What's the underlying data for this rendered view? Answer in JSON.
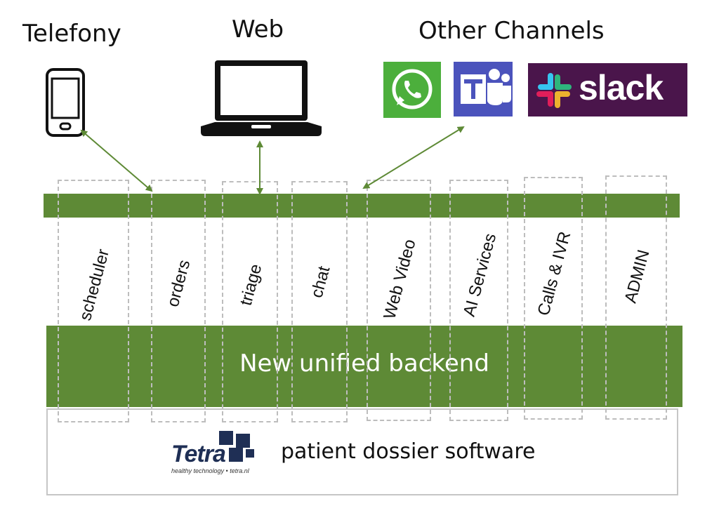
{
  "headings": {
    "telefony": "Telefony",
    "web": "Web",
    "other_channels": "Other Channels"
  },
  "channels": {
    "whatsapp_icon": "whatsapp-icon",
    "teams_icon": "microsoft-teams-icon",
    "slack_label": "slack"
  },
  "modules": [
    {
      "label": "scheduler"
    },
    {
      "label": "orders"
    },
    {
      "label": "triage"
    },
    {
      "label": "chat"
    },
    {
      "label": "Web Video"
    },
    {
      "label": "AI Services"
    },
    {
      "label": "Calls & IVR"
    },
    {
      "label": "ADMIN"
    }
  ],
  "backend": {
    "label": "New unified backend"
  },
  "patient": {
    "label": "patient dossier software",
    "logo_text": "Tetra",
    "logo_tagline": "healthy technology • tetra.nl"
  },
  "colors": {
    "green": "#5e8a36",
    "dashed": "#bdbdbd",
    "whatsapp": "#4caf3c",
    "teams": "#4b53bc",
    "slack": "#4a154b",
    "arrow": "#5e8a36"
  }
}
